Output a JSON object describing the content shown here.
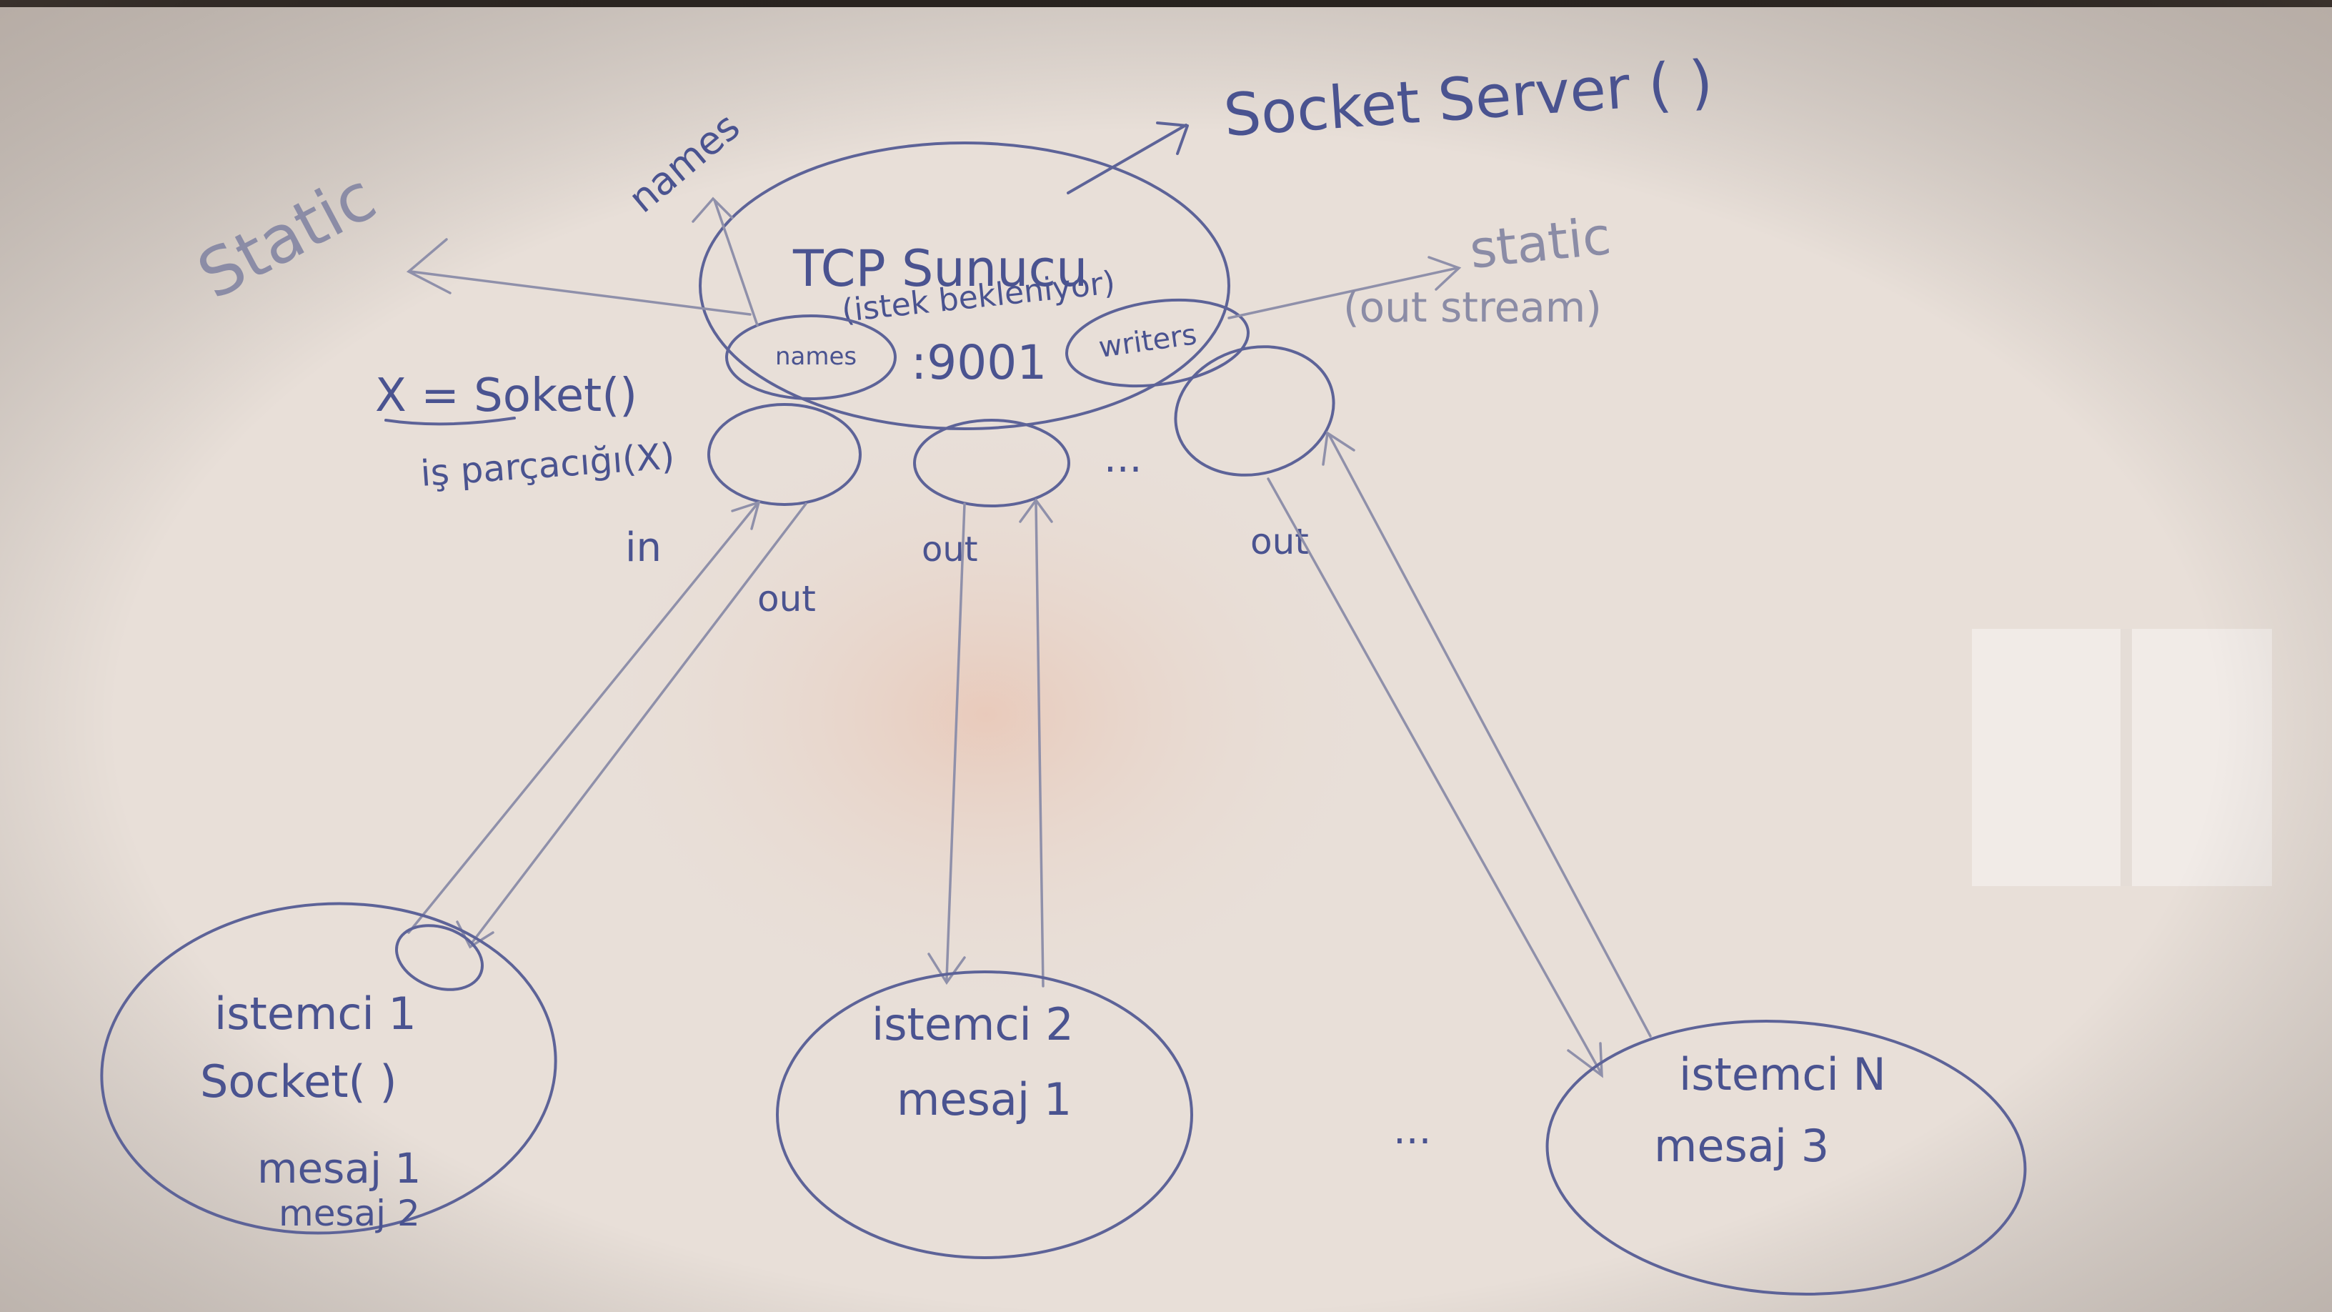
{
  "server": {
    "title": "TCP Sunucu",
    "subtitle": "(istek bekleniyor)",
    "port": ":9001",
    "names_box": "names",
    "writers_box": "writers"
  },
  "labels": {
    "socket_server": "Socket Server ( )",
    "static_left": "Static",
    "names_arrow": "names",
    "static_right": "static",
    "out_stream": "(out stream)",
    "socket_assign": "X = Soket()",
    "thread": "iş parçacığı(X)",
    "in_label": "in",
    "out_label_1": "out",
    "out_label_2": "out",
    "out_label_3": "out",
    "ellipsis_top": "...",
    "ellipsis_bottom": "..."
  },
  "clients": [
    {
      "name": "istemci 1",
      "lines": [
        "Socket( )",
        "mesaj 1",
        "mesaj 2"
      ]
    },
    {
      "name": "istemci 2",
      "lines": [
        "mesaj 1"
      ]
    },
    {
      "name": "istemci N",
      "lines": [
        "mesaj 3"
      ]
    }
  ],
  "colors": {
    "board": "#e7ddd6",
    "marker": "#4a5390",
    "faint_marker": "#8b8ca6",
    "frame": "#2a2420"
  }
}
